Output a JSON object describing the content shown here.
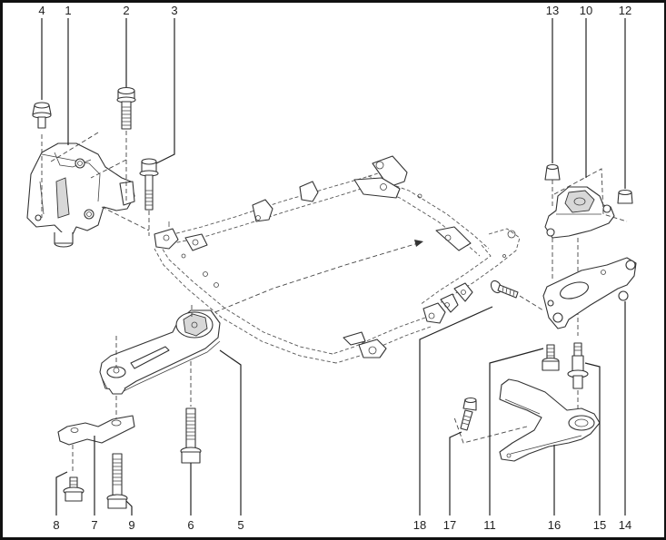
{
  "diagram": {
    "callouts": [
      {
        "id": "4",
        "text": "4"
      },
      {
        "id": "1",
        "text": "1"
      },
      {
        "id": "2",
        "text": "2"
      },
      {
        "id": "3",
        "text": "3"
      },
      {
        "id": "13",
        "text": "13"
      },
      {
        "id": "10",
        "text": "10"
      },
      {
        "id": "12",
        "text": "12"
      },
      {
        "id": "8",
        "text": "8"
      },
      {
        "id": "7",
        "text": "7"
      },
      {
        "id": "9",
        "text": "9"
      },
      {
        "id": "6",
        "text": "6"
      },
      {
        "id": "5",
        "text": "5"
      },
      {
        "id": "18",
        "text": "18"
      },
      {
        "id": "17",
        "text": "17"
      },
      {
        "id": "11",
        "text": "11"
      },
      {
        "id": "16",
        "text": "16"
      },
      {
        "id": "15",
        "text": "15"
      },
      {
        "id": "14",
        "text": "14"
      }
    ],
    "parts": [
      "right-engine-mount",
      "mount-bolt-long",
      "mount-bolt-side",
      "mount-bolt-short",
      "torque-rod-mount",
      "torque-rod-bolt",
      "bracket",
      "bracket-bolt",
      "bracket-bolt-long",
      "left-transmission-mount",
      "mount-bracket-bolt",
      "mount-nut-right",
      "mount-nut-left",
      "transmission-support-bracket",
      "stud",
      "lower-support-arm",
      "arm-bolt",
      "subframe-bolt",
      "front-subframe"
    ]
  }
}
